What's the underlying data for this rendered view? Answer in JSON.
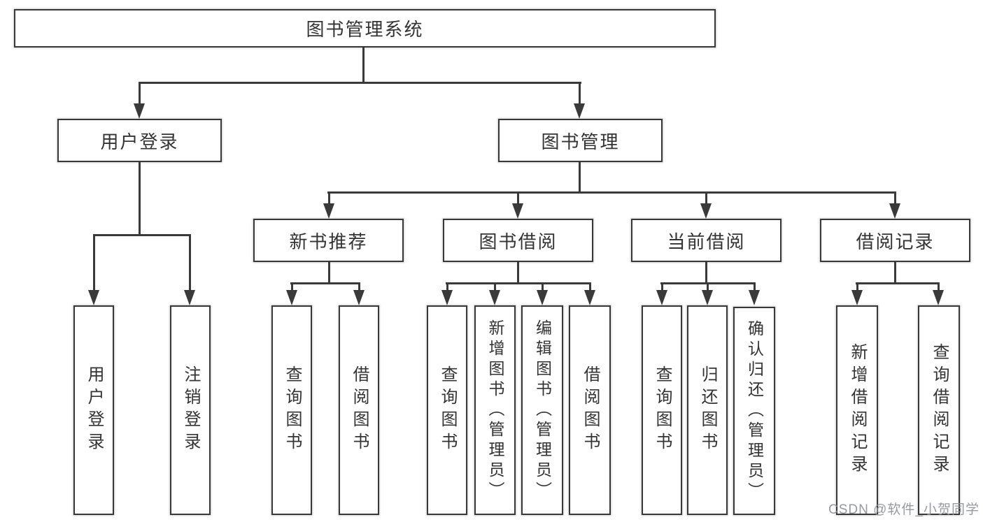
{
  "diagram_title": "图书管理系统",
  "nodes": {
    "root": {
      "label": "图书管理系统"
    },
    "userLogin": {
      "label": "用户登录"
    },
    "bookMgmt": {
      "label": "图书管理"
    },
    "newBookRec": {
      "label": "新书推荐"
    },
    "bookBorrow": {
      "label": "图书借阅"
    },
    "currentBorrow": {
      "label": "当前借阅"
    },
    "borrowRecords": {
      "label": "借阅记录"
    },
    "leafUserLogin": {
      "label": "用户登录"
    },
    "leafLogout": {
      "label": "注销登录"
    },
    "nbQuery": {
      "label": "查询图书"
    },
    "nbBorrow": {
      "label": "借阅图书"
    },
    "bbQuery": {
      "label": "查询图书"
    },
    "bbAdd": {
      "label": "新增图书（管理员）"
    },
    "bbEdit": {
      "label": "编辑图书（管理员）"
    },
    "bbBorrow": {
      "label": "借阅图书"
    },
    "cbQuery": {
      "label": "查询图书"
    },
    "cbReturn": {
      "label": "归还图书"
    },
    "cbConfirm": {
      "label": "确认归还（管理员）"
    },
    "brAdd": {
      "label": "新增借阅记录"
    },
    "brQuery": {
      "label": "查询借阅记录"
    }
  },
  "hierarchy": {
    "root": [
      "userLogin",
      "bookMgmt"
    ],
    "userLogin": [
      "leafUserLogin",
      "leafLogout"
    ],
    "bookMgmt": [
      "newBookRec",
      "bookBorrow",
      "currentBorrow",
      "borrowRecords"
    ],
    "newBookRec": [
      "nbQuery",
      "nbBorrow"
    ],
    "bookBorrow": [
      "bbQuery",
      "bbAdd",
      "bbEdit",
      "bbBorrow"
    ],
    "currentBorrow": [
      "cbQuery",
      "cbReturn",
      "cbConfirm"
    ],
    "borrowRecords": [
      "brAdd",
      "brQuery"
    ]
  },
  "watermark": "CSDN @软件_小贺同学",
  "colors": {
    "background": "#ffffff",
    "box_border": "#383838",
    "line": "#3a3a3a",
    "text": "#333333",
    "watermark": "#919498"
  }
}
